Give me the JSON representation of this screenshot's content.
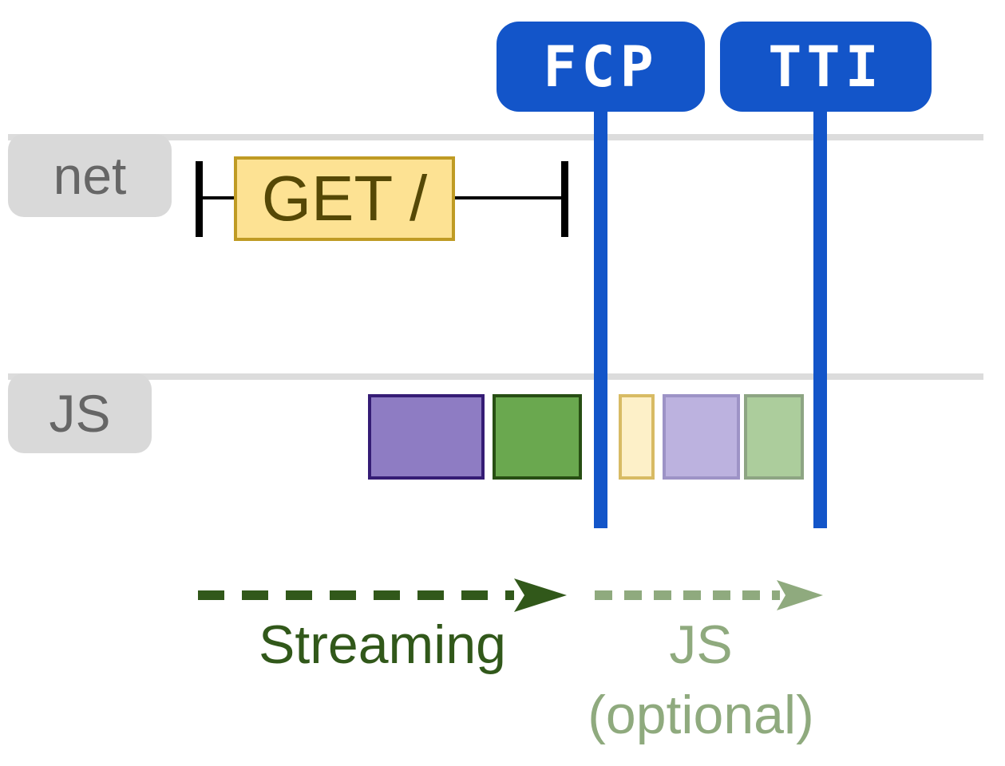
{
  "diagram": {
    "description": "Streaming server-rendering performance timeline with FCP and TTI markers"
  },
  "colors": {
    "marker-blue": "#1355c9",
    "lane-line": "#dcdcdc",
    "label-bg": "#d9d9d9",
    "label-text": "#666666",
    "tick-black": "#000000",
    "request-fill": "#fde293",
    "request-border": "#bf9b24",
    "request-text": "#554806",
    "streaming-green": "#31581a",
    "optional-green": "#8faa7e"
  },
  "markers": {
    "fcp": {
      "label": "FCP"
    },
    "tti": {
      "label": "TTI"
    }
  },
  "lanes": {
    "net": {
      "label": "net",
      "request": {
        "label": "GET /"
      }
    },
    "js": {
      "label": "JS"
    }
  },
  "js_tasks": [
    {
      "name": "task-purple-solid",
      "fill": "#8e7cc3",
      "border": "#351c75"
    },
    {
      "name": "task-green-solid",
      "fill": "#6aa84f",
      "border": "#274e13"
    },
    {
      "name": "task-yellow-faded",
      "fill": "#fdf0c8",
      "border": "#d8bb64"
    },
    {
      "name": "task-purple-faded",
      "fill": "#bcb2df",
      "border": "#9d93c6"
    },
    {
      "name": "task-green-faded",
      "fill": "#accd9c",
      "border": "#8da583"
    }
  ],
  "annotations": {
    "streaming": {
      "label": "Streaming"
    },
    "js_optional": {
      "label": "JS",
      "sublabel": "(optional)"
    }
  }
}
